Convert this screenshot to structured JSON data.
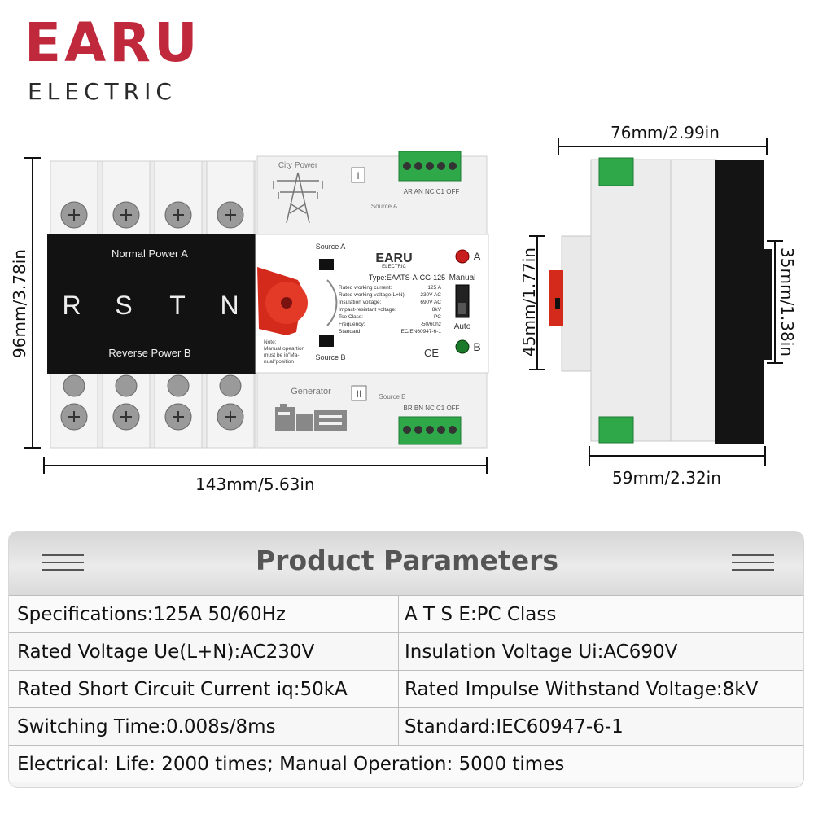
{
  "logo": {
    "brand": "EARU",
    "sub": "ELECTRIC"
  },
  "dimensions": {
    "front_width": "143mm/5.63in",
    "front_height": "96mm/3.78in",
    "side_depth": "76mm/2.99in",
    "side_bottom": "59mm/2.32in",
    "side_mid_height": "45mm/1.77in",
    "rail_height": "35mm/1.38in"
  },
  "device": {
    "terminals": [
      "R",
      "S",
      "T",
      "N"
    ],
    "normal_power": "Normal Power A",
    "reverse_power": "Reverse Power B",
    "city_power": "City Power",
    "source_a": "Source A",
    "source_b": "Source B",
    "generator": "Generator",
    "roman_1": "I",
    "roman_2": "II",
    "top_terminal_labels": "AR AN NC C1 OFF",
    "bottom_terminal_labels": "BR BN NC C1 OFF",
    "panel_brand": "EARU",
    "panel_sub": "ELECTRIC",
    "type": "Type:EAATS-A-CG-125",
    "spec_rows": [
      {
        "label": "Rated working current:",
        "value": "125   A"
      },
      {
        "label": "Rated working valtage(L+N):",
        "value": "230V AC"
      },
      {
        "label": "Insulation voltage:",
        "value": "690V AC"
      },
      {
        "label": "Impact-resistant voltage:",
        "value": "8kV"
      },
      {
        "label": "Tse Class:",
        "value": "PC"
      },
      {
        "label": "Frequency:",
        "value": "-50/60hz"
      },
      {
        "label": "Standard:",
        "value": "IEC/EN60947-6-1"
      }
    ],
    "note": [
      "Note:",
      "Manual opeartion",
      "must be in\"Ma-",
      "nual\"position"
    ],
    "indicator_a": "A",
    "indicator_b": "B",
    "manual": "Manual",
    "auto": "Auto",
    "ce": "CE"
  },
  "colors": {
    "brand_red": "#c0283c",
    "handle_red": "#d42a1c",
    "terminal_green": "#2fa84a",
    "black_panel": "#121212"
  },
  "params": {
    "title": "Product Parameters",
    "rows": [
      {
        "left": "Specifications:125A  50/60Hz",
        "right": "A T S E:PC Class"
      },
      {
        "left": "Rated Voltage Ue(L+N):AC230V",
        "right": "Insulation Voltage Ui:AC690V"
      },
      {
        "left": "Rated Short Circuit Current iq:50kA",
        "right": "Rated Impulse Withstand Voltage:8kV"
      },
      {
        "left": "Switching Time:0.008s/8ms",
        "right": "Standard:IEC60947-6-1"
      }
    ],
    "footer": "Electrical: Life: 2000 times; Manual Operation: 5000 times"
  }
}
